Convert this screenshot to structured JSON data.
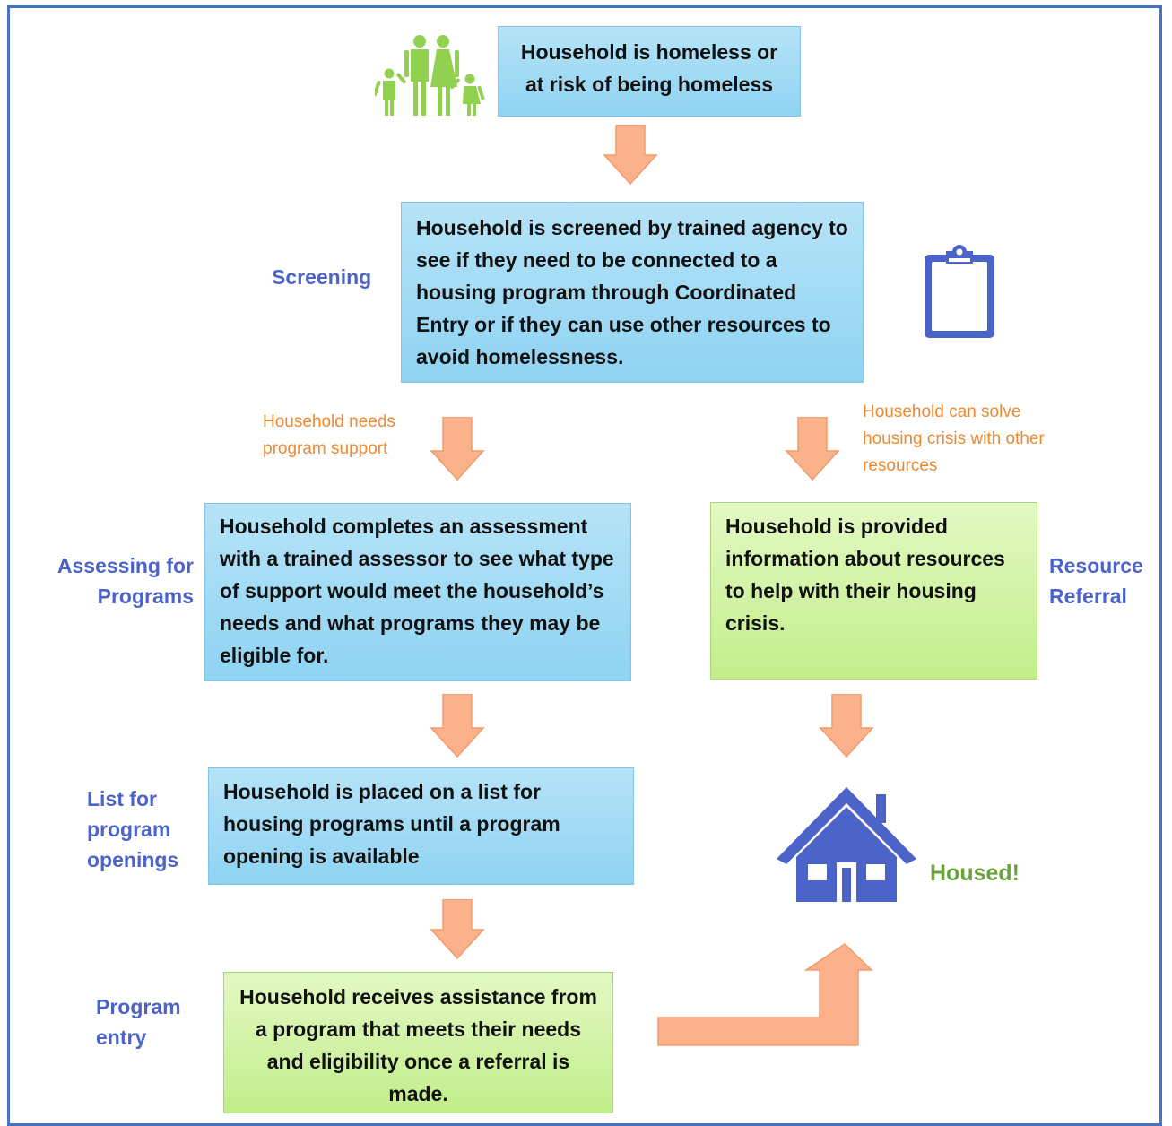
{
  "stages": {
    "screening": "Screening",
    "assessing": "Assessing for Programs",
    "list": "List for program openings",
    "program_entry": "Program entry",
    "resource_referral": "Resource Referral"
  },
  "boxes": {
    "homeless": "Household is homeless or at risk of being homeless",
    "screened": "Household is screened by trained agency to see if they need to be connected to a housing program through Coordinated Entry or if they can use other resources to avoid homelessness.",
    "assessment": "Household completes an assessment with a trained assessor to see what type of support would meet the household’s needs and what programs they may be eligible for.",
    "placed": "Household is placed on a list for housing programs until a program opening is available",
    "assistance": "Household receives assistance from a program that meets their needs and eligibility once a referral is made.",
    "info": "Household is provided information about resources to help with their housing crisis."
  },
  "conditions": {
    "needs_support": "Household needs program support",
    "can_solve": "Household can solve housing crisis with other resources"
  },
  "outcome": {
    "housed": "Housed!"
  },
  "icons": {
    "family": "family-icon",
    "clipboard": "clipboard-icon",
    "house": "house-icon"
  },
  "colors": {
    "stage_label": "#4c63c8",
    "condition_label": "#f0882e",
    "arrow_fill": "#fbb28a",
    "icon_green": "#92d050",
    "icon_blue": "#4c63c8",
    "housed_green": "#6aa33a"
  }
}
